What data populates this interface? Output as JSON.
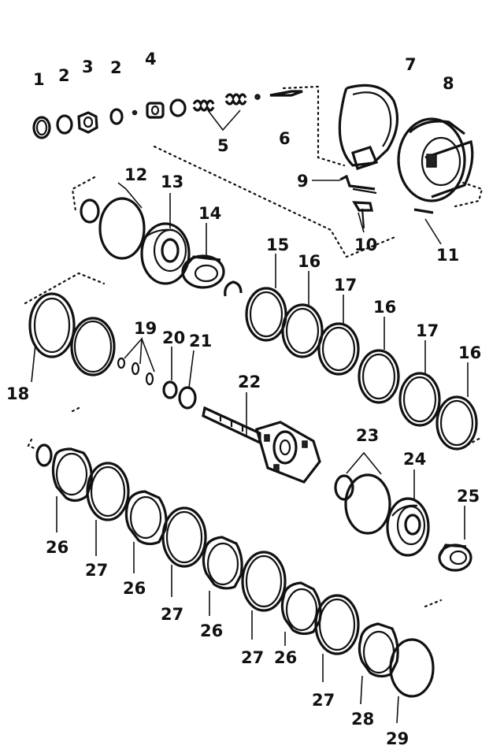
{
  "callouts": [
    {
      "id": "c1",
      "text": "1"
    },
    {
      "id": "c2a",
      "text": "2"
    },
    {
      "id": "c3",
      "text": "3"
    },
    {
      "id": "c2b",
      "text": "2"
    },
    {
      "id": "c4",
      "text": "4"
    },
    {
      "id": "c5",
      "text": "5"
    },
    {
      "id": "c6",
      "text": "6"
    },
    {
      "id": "c7",
      "text": "7"
    },
    {
      "id": "c8",
      "text": "8"
    },
    {
      "id": "c9",
      "text": "9"
    },
    {
      "id": "c10",
      "text": "10"
    },
    {
      "id": "c11",
      "text": "11"
    },
    {
      "id": "c12",
      "text": "12"
    },
    {
      "id": "c13",
      "text": "13"
    },
    {
      "id": "c14",
      "text": "14"
    },
    {
      "id": "c15",
      "text": "15"
    },
    {
      "id": "c16a",
      "text": "16"
    },
    {
      "id": "c17a",
      "text": "17"
    },
    {
      "id": "c16b",
      "text": "16"
    },
    {
      "id": "c17b",
      "text": "17"
    },
    {
      "id": "c16c",
      "text": "16"
    },
    {
      "id": "c18",
      "text": "18"
    },
    {
      "id": "c19",
      "text": "19"
    },
    {
      "id": "c20",
      "text": "20"
    },
    {
      "id": "c21",
      "text": "21"
    },
    {
      "id": "c22",
      "text": "22"
    },
    {
      "id": "c23",
      "text": "23"
    },
    {
      "id": "c24",
      "text": "24"
    },
    {
      "id": "c25",
      "text": "25"
    },
    {
      "id": "c26a",
      "text": "26"
    },
    {
      "id": "c27a",
      "text": "27"
    },
    {
      "id": "c26b",
      "text": "26"
    },
    {
      "id": "c27b",
      "text": "27"
    },
    {
      "id": "c26c",
      "text": "26"
    },
    {
      "id": "c27c",
      "text": "27"
    },
    {
      "id": "c26d",
      "text": "26"
    },
    {
      "id": "c27d",
      "text": "27"
    },
    {
      "id": "c28",
      "text": "28"
    },
    {
      "id": "c29",
      "text": "29"
    }
  ]
}
